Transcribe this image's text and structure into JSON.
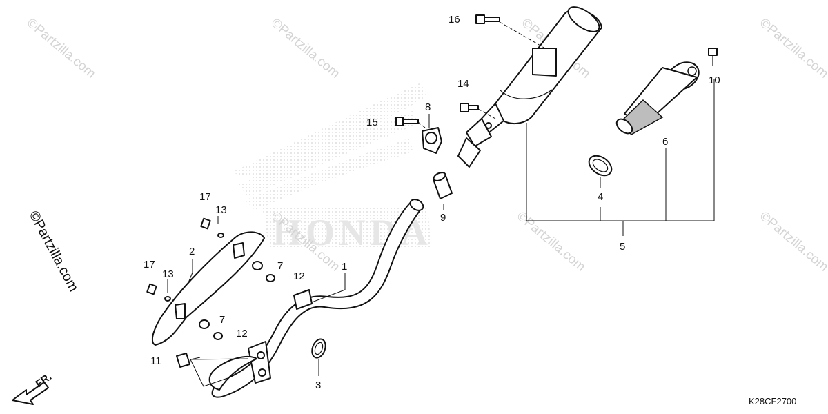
{
  "diagram": {
    "callouts": {
      "c1": "1",
      "c2": "2",
      "c3": "3",
      "c4": "4",
      "c5": "5",
      "c6": "6",
      "c7a": "7",
      "c7b": "7",
      "c8": "8",
      "c9": "9",
      "c10": "10",
      "c11": "11",
      "c12a": "12",
      "c12b": "12",
      "c13a": "13",
      "c13b": "13",
      "c14": "14",
      "c15": "15",
      "c16": "16",
      "c17a": "17",
      "c17b": "17"
    },
    "watermark": "©Partzilla.com",
    "side_watermark": "©Partzilla.com",
    "background_logo": "HONDA",
    "front_indicator": "FR.",
    "diagram_code": "K28CF2700"
  },
  "colors": {
    "line": "#111111",
    "watermark": "#d4d4d4",
    "logo_pattern": "#e2e2e2"
  }
}
